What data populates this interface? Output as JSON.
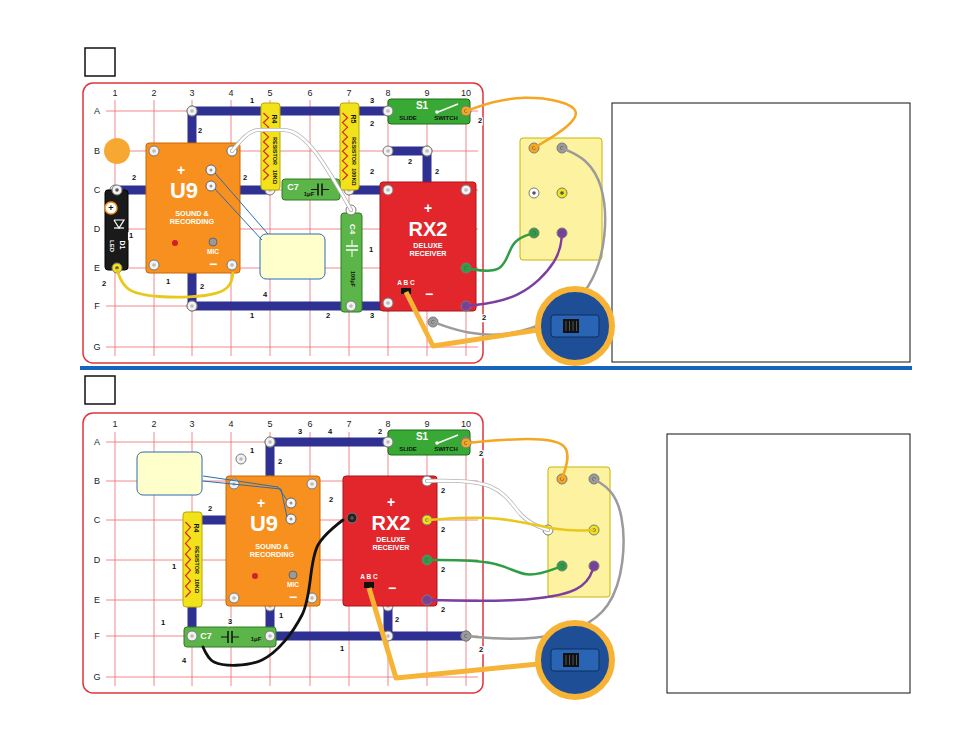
{
  "diagram": {
    "nodes": [
      {
        "text": [
          "S1",
          "SLIDE",
          "SWITCH"
        ]
      },
      {
        "text": [
          "R4",
          "RESISTOR",
          "10KΩ"
        ]
      },
      {
        "text": [
          "R5",
          "RESISTOR",
          "100KΩ"
        ]
      },
      {
        "text": [
          "+",
          "U9",
          "SOUND & RECORDING",
          "MIC",
          "−"
        ]
      },
      {
        "text": [
          "C7",
          "1μF"
        ]
      },
      {
        "text": [
          "+",
          "D1",
          "LED"
        ]
      },
      {
        "text": [
          "+",
          "RX2",
          "DELUXE RECEIVER",
          "A B C",
          "−"
        ]
      },
      {
        "text": [
          "C4",
          "100μF"
        ]
      },
      {
        "text": [
          "S1",
          "SLIDE",
          "SWITCH"
        ]
      },
      {
        "text": [
          "+",
          "U9",
          "SOUND & RECORDING",
          "MIC",
          "−"
        ]
      },
      {
        "text": [
          "+",
          "RX2",
          "DELUXE RECEIVER",
          "A B C",
          "−"
        ]
      },
      {
        "text": [
          "R4",
          "RESISTOR",
          "10KΩ"
        ]
      },
      {
        "text": [
          "C7",
          "1μF"
        ]
      }
    ],
    "edges": [
      {
        "from": 3,
        "to": 5,
        "arrow": "none"
      },
      {
        "from": 10,
        "to": 12,
        "arrow": "none"
      }
    ],
    "labels": [
      "1",
      "2",
      "3",
      "4",
      "5",
      "6",
      "7",
      "8",
      "9",
      "10",
      "A",
      "B",
      "C",
      "D",
      "E",
      "F",
      "G",
      "2",
      "1",
      "3",
      "2",
      "2",
      "2",
      "2",
      "2",
      "2",
      "2",
      "1",
      "4",
      "2",
      "3",
      "2",
      "1",
      "2",
      "2",
      "1",
      "1",
      "1",
      "2",
      "3",
      "4",
      "5",
      "6",
      "7",
      "8",
      "9",
      "10",
      "A",
      "B",
      "C",
      "D",
      "E",
      "F",
      "G",
      "1",
      "3",
      "4",
      "2",
      "2",
      "2",
      "2",
      "2",
      "1",
      "1",
      "3",
      "1",
      "1",
      "2",
      "2",
      "2",
      "2",
      "2",
      "2",
      "4"
    ]
  }
}
